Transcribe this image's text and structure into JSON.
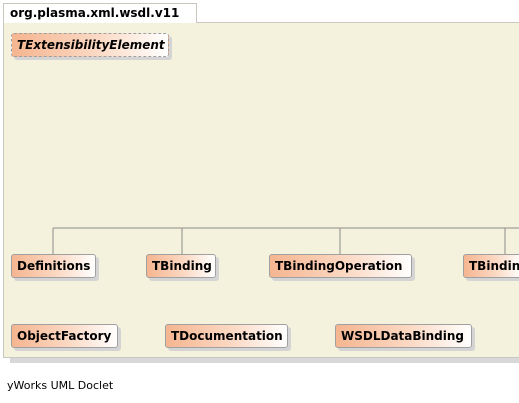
{
  "package": {
    "name": "org.plasma.xml.wsdl.v11"
  },
  "classes": {
    "textensibility_element": "TExtensibilityElement",
    "definitions": "Definitions",
    "tbinding": "TBinding",
    "tbinding_operation": "TBindingOperation",
    "tbinding_truncated": "TBindin",
    "object_factory": "ObjectFactory",
    "tdocumentation": "TDocumentation",
    "wsdl_data_binding": "WSDLDataBinding"
  },
  "footer": {
    "credit": "yWorks UML Doclet"
  },
  "colors": {
    "package_fill": "#f4f2dc",
    "class_gradient_start": "#f5b590",
    "class_gradient_end": "#ffffff",
    "edge": "#8c8c8c"
  }
}
